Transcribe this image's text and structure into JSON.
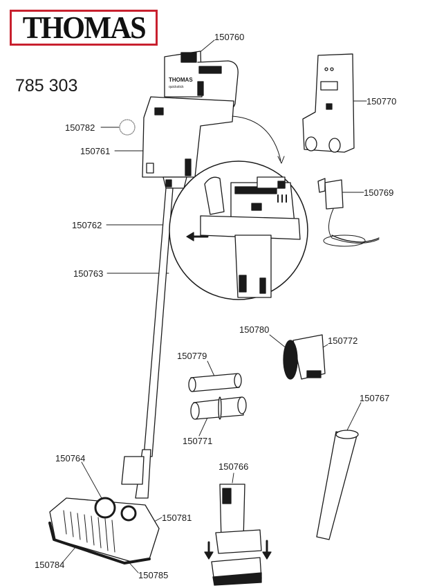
{
  "brand": {
    "logo_text": "THOMAS",
    "logo_border_color": "#c8202e"
  },
  "model_number": "785 303",
  "parts": {
    "p150760": "150760",
    "p150770": "150770",
    "p150782": "150782",
    "p150761": "150761",
    "p150769": "150769",
    "p150762": "150762",
    "p150763": "150763",
    "p150780": "150780",
    "p150772": "150772",
    "p150779": "150779",
    "p150767": "150767",
    "p150771": "150771",
    "p150764": "150764",
    "p150766": "150766",
    "p150781": "150781",
    "p150784": "150784",
    "p150785": "150785"
  },
  "device_label": {
    "brand": "THOMAS",
    "model": "quickstick"
  }
}
